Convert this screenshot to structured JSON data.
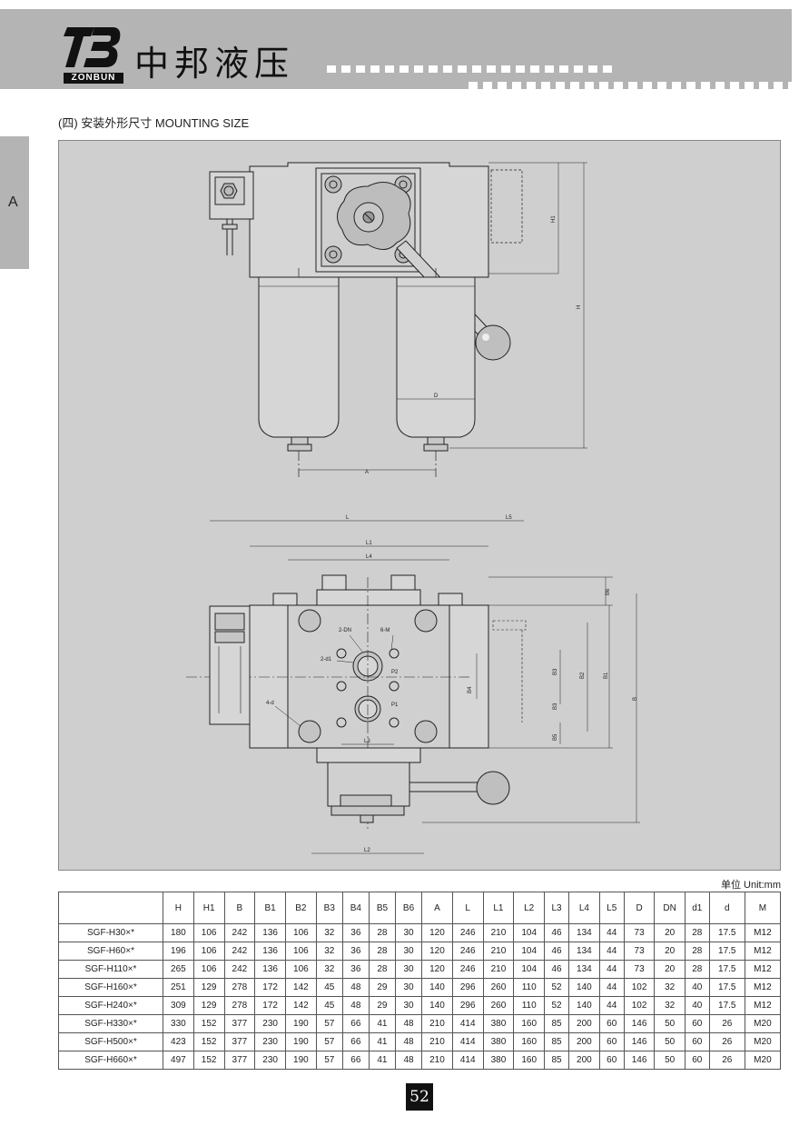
{
  "header": {
    "logo_text": "ZONBUN",
    "company_name": "中邦液压"
  },
  "side_tab": {
    "label": "A"
  },
  "section_title": "(四) 安装外形尺寸 MOUNTING SIZE",
  "drawing": {
    "labels": {
      "H1": "H1",
      "H": "H",
      "D": "D",
      "A": "A",
      "L": "L",
      "L5": "L5",
      "L1": "L1",
      "L4": "L4",
      "B6": "B6",
      "B3": "B3",
      "B2": "B2",
      "B1": "B1",
      "B": "B",
      "B4": "B4",
      "B5": "B5",
      "L3": "L3",
      "L2": "L2",
      "2DN": "2-DN",
      "6M": "6-M",
      "2d1": "2-d1",
      "P2": "P2",
      "P1": "P1",
      "4d": "4-d"
    }
  },
  "unit_label": "单位 Unit:mm",
  "table": {
    "headers": [
      "",
      "H",
      "H1",
      "B",
      "B1",
      "B2",
      "B3",
      "B4",
      "B5",
      "B6",
      "A",
      "L",
      "L1",
      "L2",
      "L3",
      "L4",
      "L5",
      "D",
      "DN",
      "d1",
      "d",
      "M"
    ],
    "rows": [
      [
        "SGF-H30×*",
        "180",
        "106",
        "242",
        "136",
        "106",
        "32",
        "36",
        "28",
        "30",
        "120",
        "246",
        "210",
        "104",
        "46",
        "134",
        "44",
        "73",
        "20",
        "28",
        "17.5",
        "M12"
      ],
      [
        "SGF-H60×*",
        "196",
        "106",
        "242",
        "136",
        "106",
        "32",
        "36",
        "28",
        "30",
        "120",
        "246",
        "210",
        "104",
        "46",
        "134",
        "44",
        "73",
        "20",
        "28",
        "17.5",
        "M12"
      ],
      [
        "SGF-H110×*",
        "265",
        "106",
        "242",
        "136",
        "106",
        "32",
        "36",
        "28",
        "30",
        "120",
        "246",
        "210",
        "104",
        "46",
        "134",
        "44",
        "73",
        "20",
        "28",
        "17.5",
        "M12"
      ],
      [
        "SGF-H160×*",
        "251",
        "129",
        "278",
        "172",
        "142",
        "45",
        "48",
        "29",
        "30",
        "140",
        "296",
        "260",
        "110",
        "52",
        "140",
        "44",
        "102",
        "32",
        "40",
        "17.5",
        "M12"
      ],
      [
        "SGF-H240×*",
        "309",
        "129",
        "278",
        "172",
        "142",
        "45",
        "48",
        "29",
        "30",
        "140",
        "296",
        "260",
        "110",
        "52",
        "140",
        "44",
        "102",
        "32",
        "40",
        "17.5",
        "M12"
      ],
      [
        "SGF-H330×*",
        "330",
        "152",
        "377",
        "230",
        "190",
        "57",
        "66",
        "41",
        "48",
        "210",
        "414",
        "380",
        "160",
        "85",
        "200",
        "60",
        "146",
        "50",
        "60",
        "26",
        "M20"
      ],
      [
        "SGF-H500×*",
        "423",
        "152",
        "377",
        "230",
        "190",
        "57",
        "66",
        "41",
        "48",
        "210",
        "414",
        "380",
        "160",
        "85",
        "200",
        "60",
        "146",
        "50",
        "60",
        "26",
        "M20"
      ],
      [
        "SGF-H660×*",
        "497",
        "152",
        "377",
        "230",
        "190",
        "57",
        "66",
        "41",
        "48",
        "210",
        "414",
        "380",
        "160",
        "85",
        "200",
        "60",
        "146",
        "50",
        "60",
        "26",
        "M20"
      ]
    ]
  },
  "page_number": "52"
}
